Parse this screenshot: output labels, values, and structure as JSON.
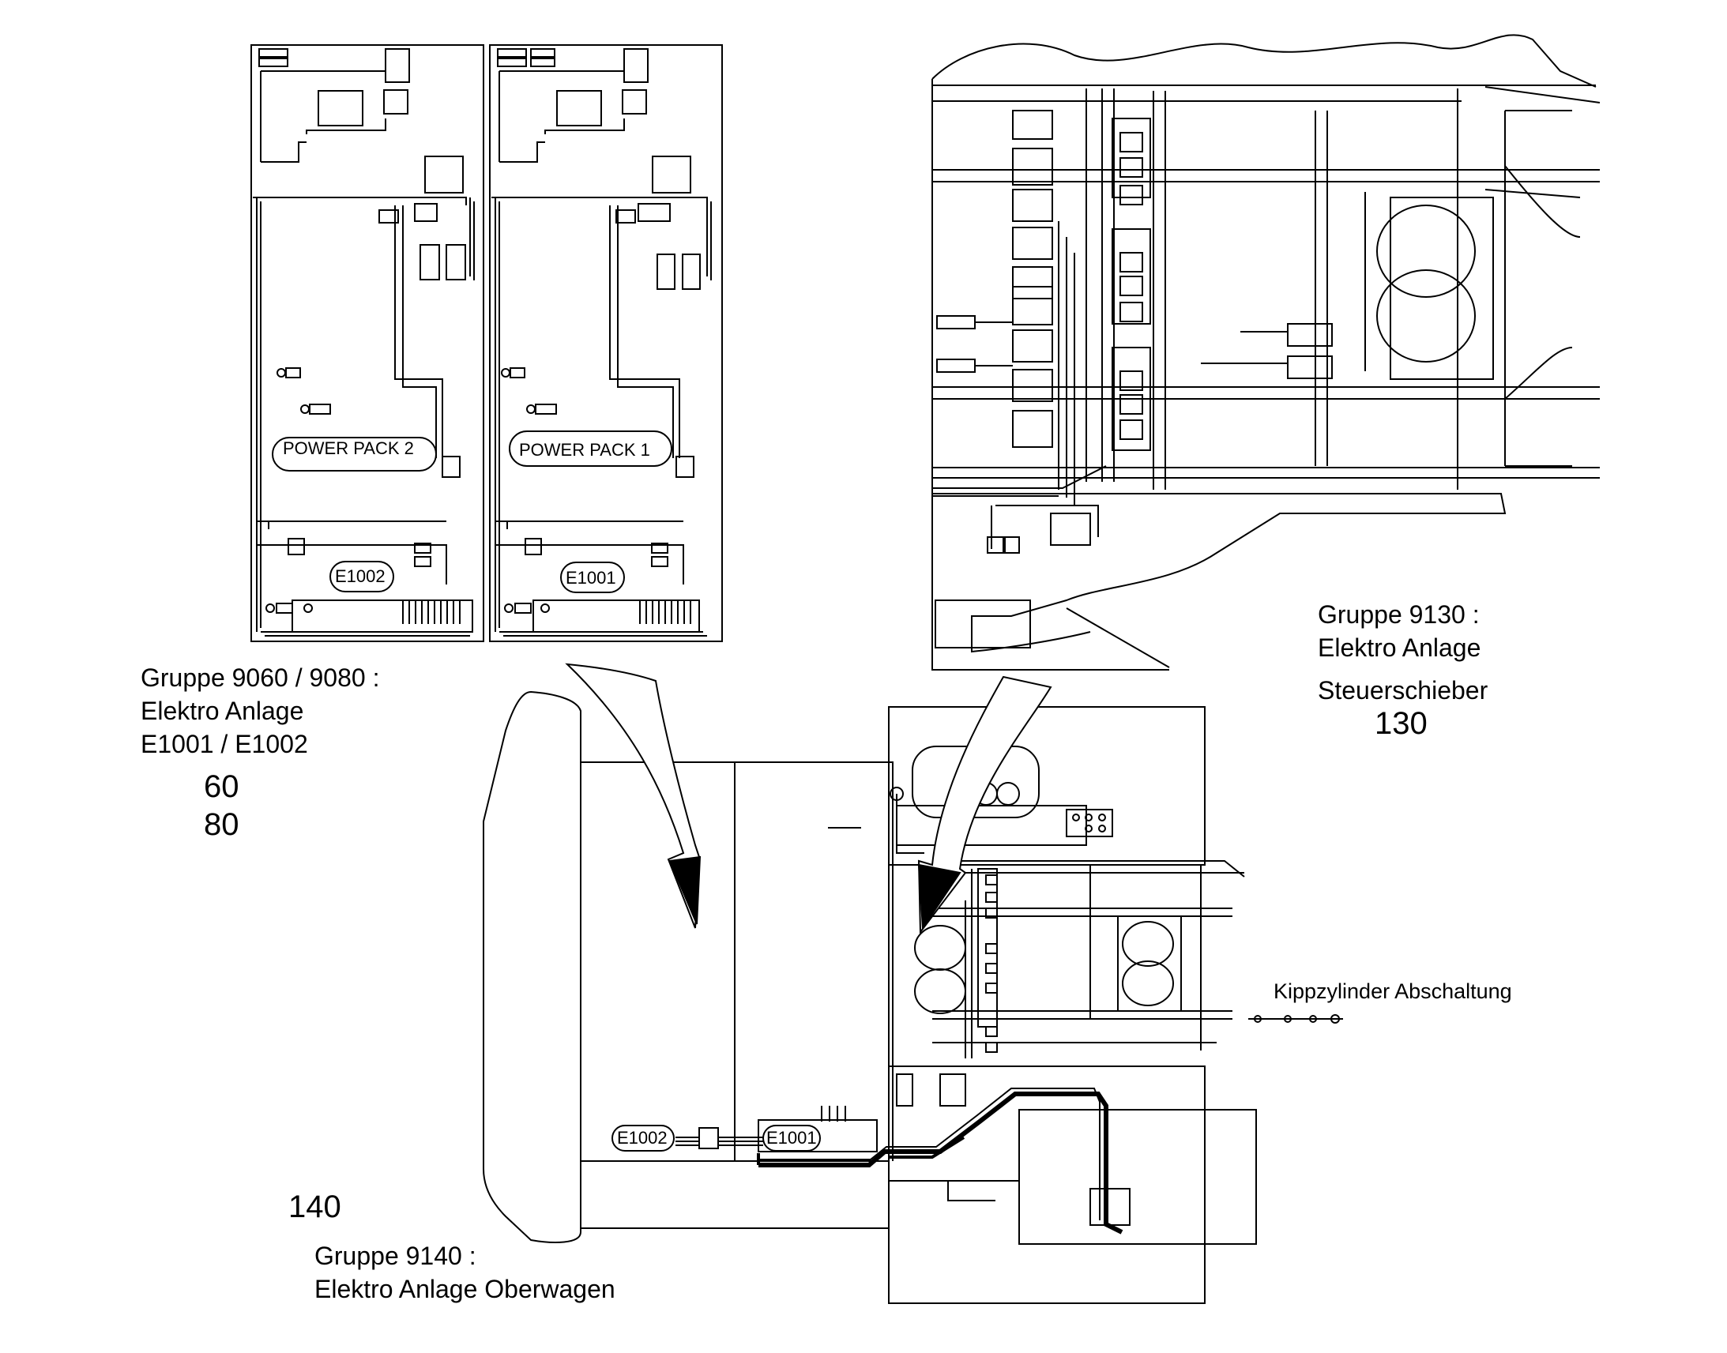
{
  "captions": {
    "group_60_80": {
      "line1": "Gruppe 9060 / 9080 :",
      "line2": "Elektro Anlage",
      "line3": "E1001 / E1002",
      "num_a": "60",
      "num_b": "80"
    },
    "group_130": {
      "line1": "Gruppe 9130 :",
      "line2": "Elektro Anlage",
      "line3": "Steuerschieber",
      "num": "130"
    },
    "group_140": {
      "num": "140",
      "line1": "Gruppe 9140 :",
      "line2": "Elektro Anlage Oberwagen"
    },
    "kippzylinder": "Kippzylinder Abschaltung"
  },
  "panels": {
    "power_pack_2": "POWER PACK 2",
    "power_pack_1": "POWER PACK 1",
    "e1002": "E1002",
    "e1001": "E1001"
  },
  "machine": {
    "e1002": "E1002",
    "e1001": "E1001"
  },
  "colors": {
    "line": "#000000",
    "background": "#ffffff"
  }
}
